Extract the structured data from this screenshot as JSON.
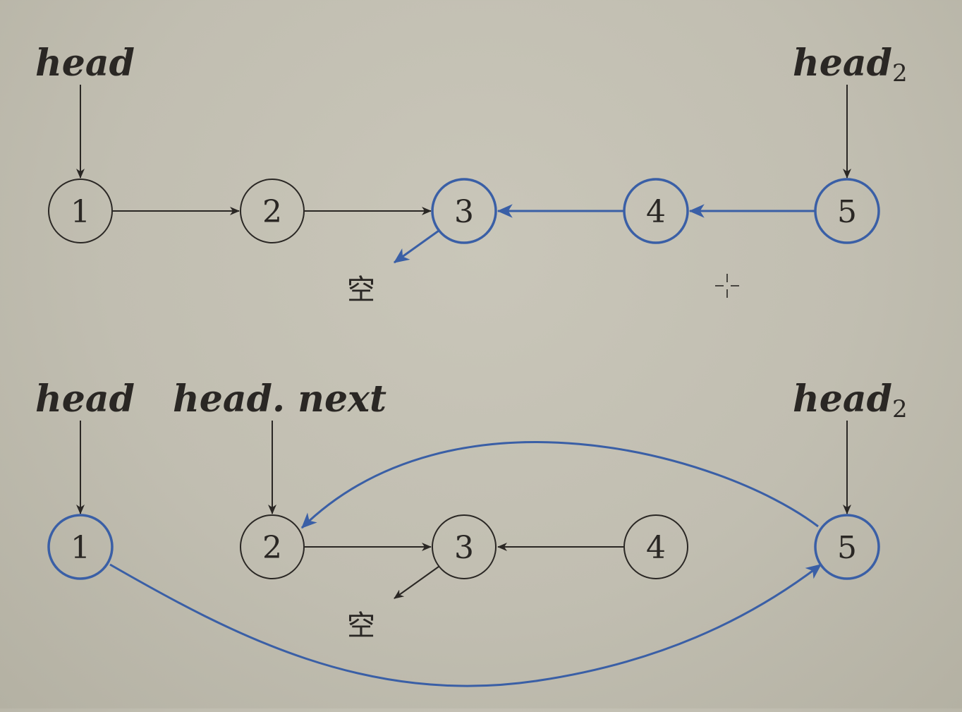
{
  "colors": {
    "ink": "#2a2724",
    "highlight": "#3a5fa6",
    "background": "#c4c1b4"
  },
  "top": {
    "pointers": {
      "head": "head",
      "head2_base": "head",
      "head2_sub": "2"
    },
    "nodes": [
      "1",
      "2",
      "3",
      "4",
      "5"
    ],
    "null_label": "空"
  },
  "bottom": {
    "pointers": {
      "head": "head",
      "head_next": "head. next",
      "head2_base": "head",
      "head2_sub": "2"
    },
    "nodes": [
      "1",
      "2",
      "3",
      "4",
      "5"
    ],
    "null_label": "空"
  },
  "icons": {
    "cursor": "crosshair-cursor-icon"
  }
}
